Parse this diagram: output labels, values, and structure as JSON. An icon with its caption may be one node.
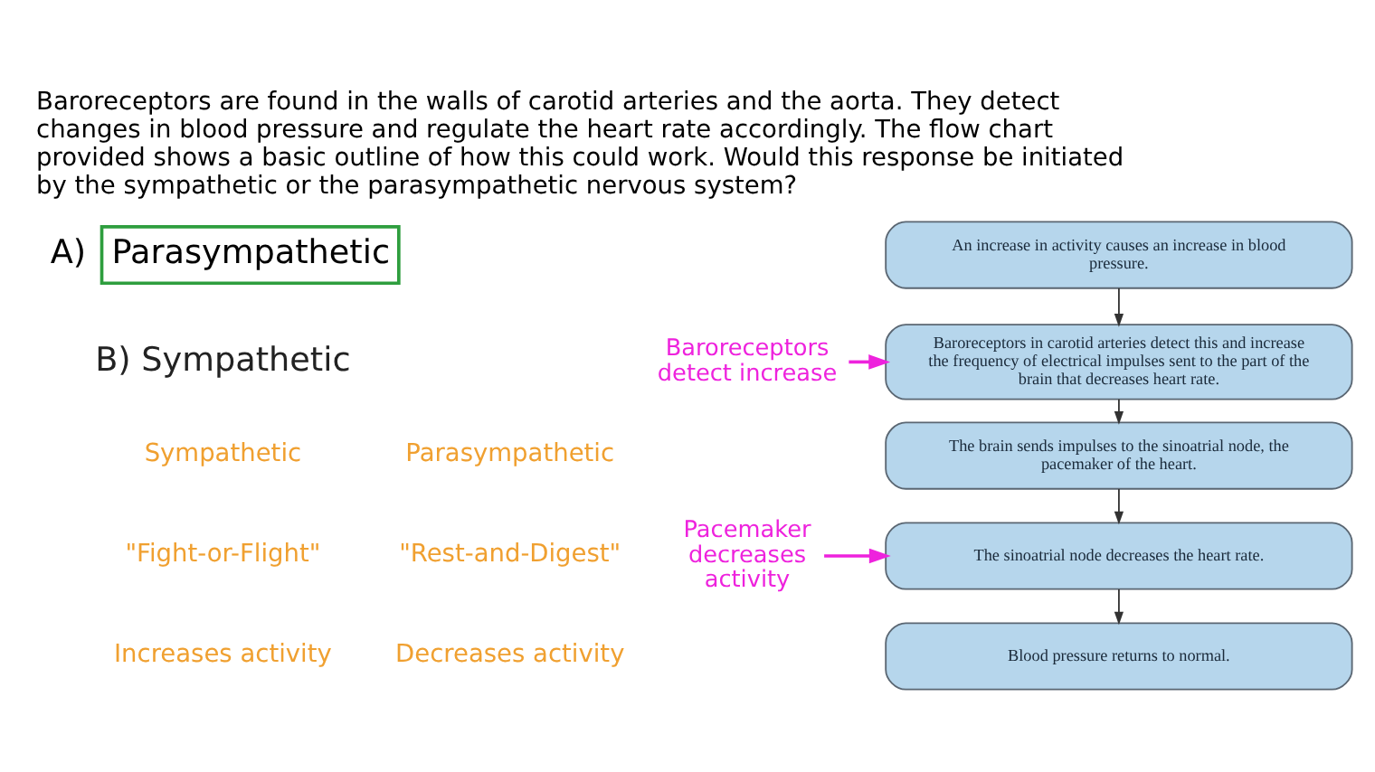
{
  "diagram": {
    "title": "Baroreceptors are found in the walls of carotid arteries and the aorta. They detect changes in blood pressure and regulate the heart rate accordingly. The flow chart provided shows a basic outline of how this could work. Would this response be initiated by the sympathetic or the parasympathetic nervous system?",
    "nodes": [
      {
        "text": [
          "Parasympathetic"
        ],
        "beside": [
          "A)"
        ]
      },
      {
        "text": [
          "An increase in activity causes an increase in blood pressure."
        ]
      },
      {
        "text": [
          "Baroreceptors detect increase"
        ]
      },
      {
        "text": [
          "Baroreceptors in carotid arteries detect this and increase the frequency of electrical impulses sent to the part of the brain that decreases heart rate."
        ]
      },
      {
        "text": [
          "The brain sends impulses to the sinoatrial node, the pacemaker of the heart."
        ]
      },
      {
        "text": [
          "Pacemaker decreases activity"
        ]
      },
      {
        "text": [
          "The sinoatrial node decreases the heart rate."
        ]
      },
      {
        "text": [
          "Blood pressure returns to normal."
        ]
      }
    ],
    "edges": [
      {
        "from": 1,
        "to": 3,
        "arrow": "to"
      },
      {
        "from": 2,
        "to": 3,
        "arrow": "to",
        "color": "#ee22dd"
      },
      {
        "from": 3,
        "to": 4,
        "arrow": "to"
      },
      {
        "from": 4,
        "to": 6,
        "arrow": "to"
      },
      {
        "from": 5,
        "to": 6,
        "arrow": "to",
        "color": "#ee22dd"
      },
      {
        "from": 6,
        "to": 7,
        "arrow": "to"
      }
    ],
    "labels": [
      "B) Sympathetic",
      "Sympathetic",
      "Parasympathetic",
      "\"Fight-or-Flight\"",
      "\"Rest-and-Digest\"",
      "Increases activity",
      "Decreases activity"
    ]
  }
}
